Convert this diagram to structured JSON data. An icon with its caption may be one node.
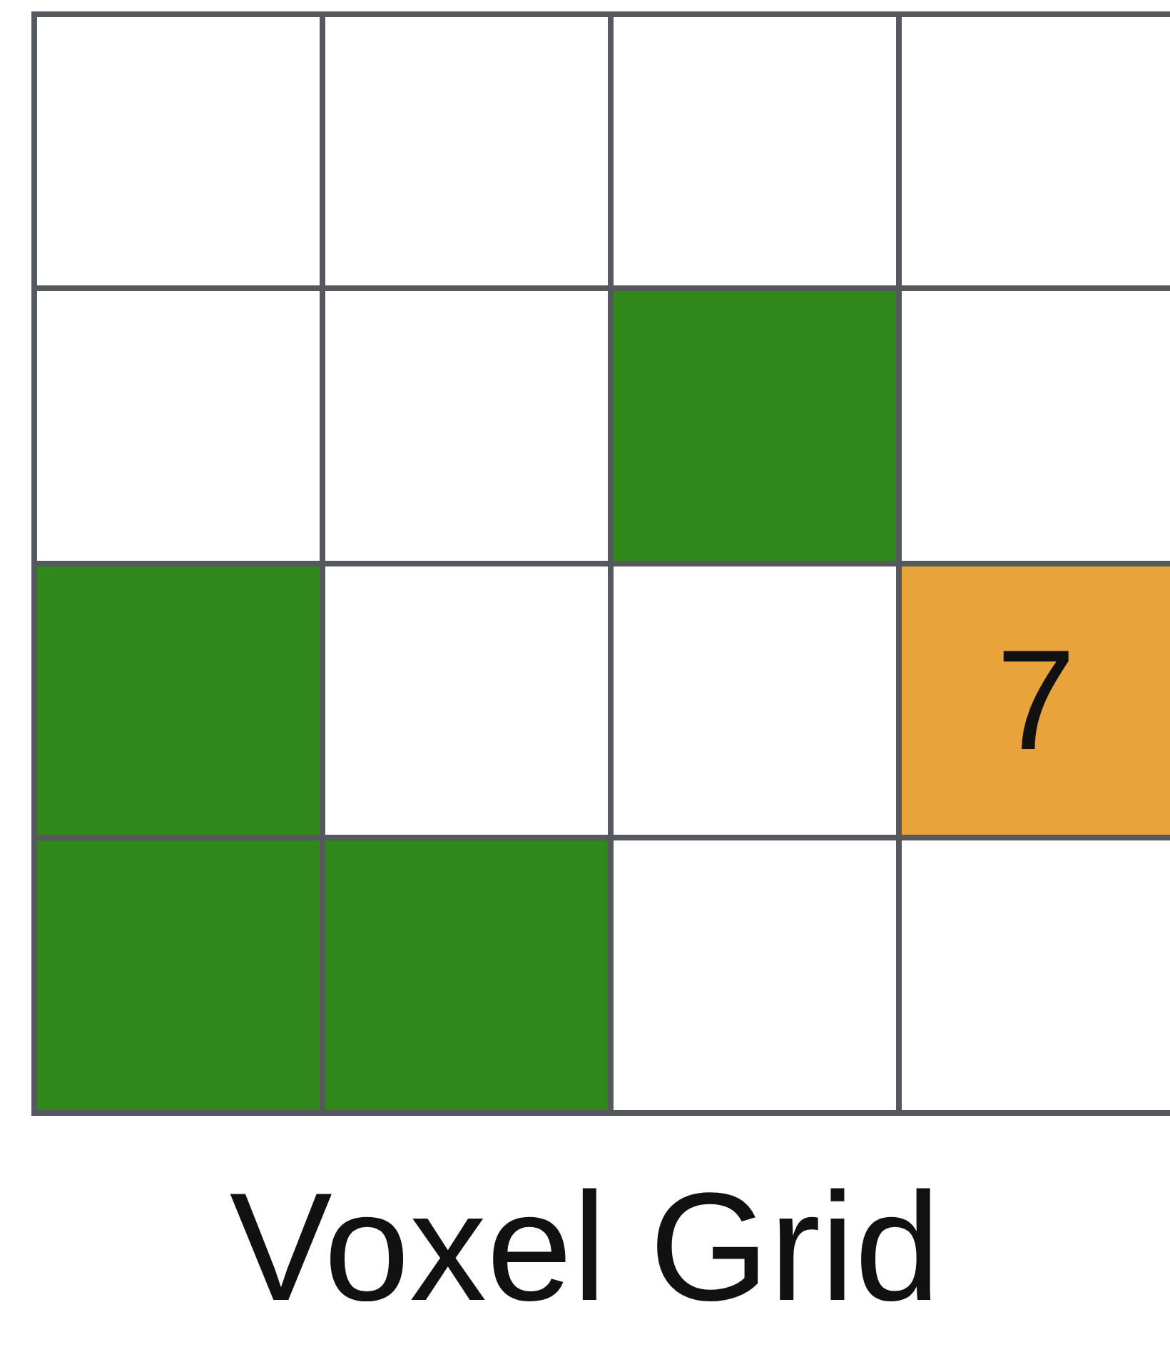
{
  "diagram": {
    "caption": "Voxel Grid",
    "nodes": [
      {
        "text": [],
        "shape": "box"
      },
      {
        "text": [],
        "shape": "box"
      },
      {
        "text": [],
        "shape": "box"
      },
      {
        "text": [],
        "shape": "box"
      },
      {
        "text": [],
        "shape": "box"
      },
      {
        "text": [],
        "shape": "box"
      },
      {
        "text": [],
        "shape": "box"
      },
      {
        "text": [],
        "shape": "box"
      },
      {
        "text": [],
        "shape": "box"
      },
      {
        "text": [],
        "shape": "box"
      },
      {
        "text": [],
        "shape": "box"
      },
      {
        "text": [
          "7"
        ]
      },
      {
        "text": [],
        "shape": "box"
      },
      {
        "text": [],
        "shape": "box"
      },
      {
        "text": [],
        "shape": "box"
      },
      {
        "text": [],
        "shape": "box"
      }
    ],
    "edges": []
  }
}
